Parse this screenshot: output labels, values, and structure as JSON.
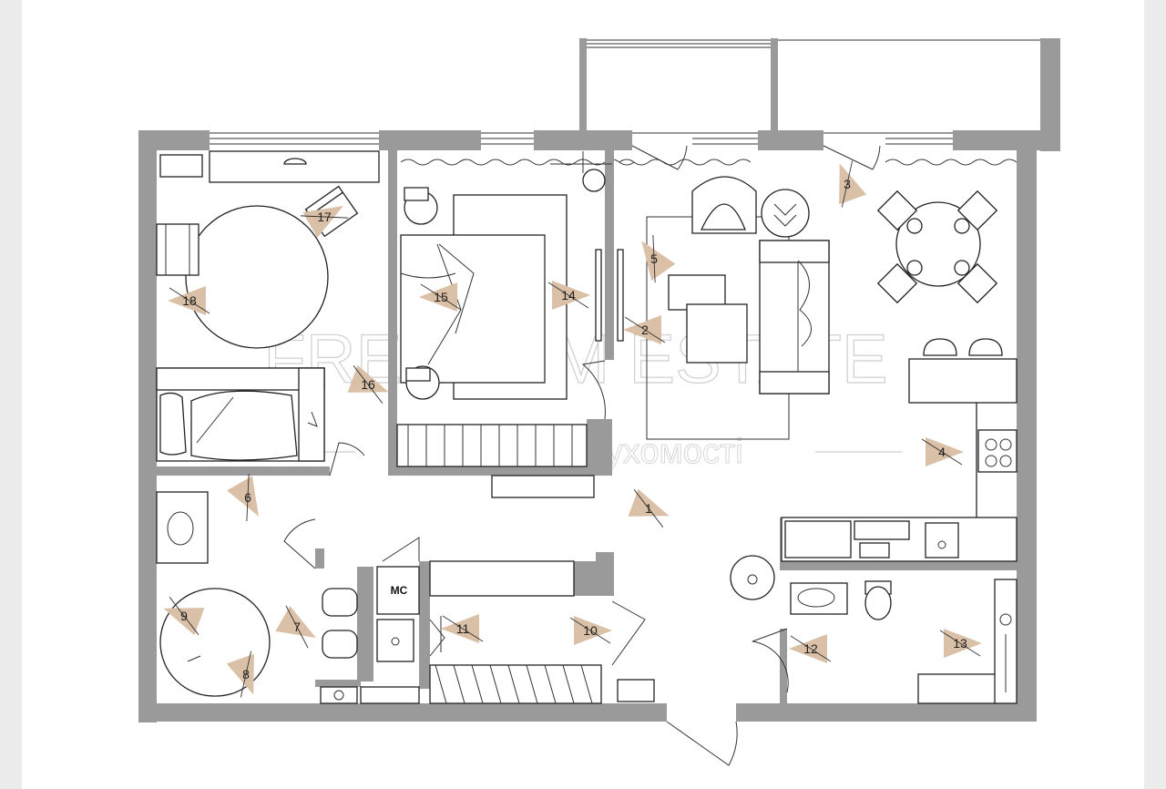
{
  "watermark": {
    "title": "FREEDOM ESTATE",
    "subtitle": "Агенція нерухомості"
  },
  "closet_label": "MC",
  "markers": [
    "1",
    "2",
    "3",
    "4",
    "5",
    "6",
    "7",
    "8",
    "9",
    "10",
    "11",
    "12",
    "13",
    "14",
    "15",
    "16",
    "17",
    "18"
  ],
  "colors": {
    "wall": "#9a9a9a",
    "marker": "#d9c0a6",
    "background": "#ffffff"
  }
}
